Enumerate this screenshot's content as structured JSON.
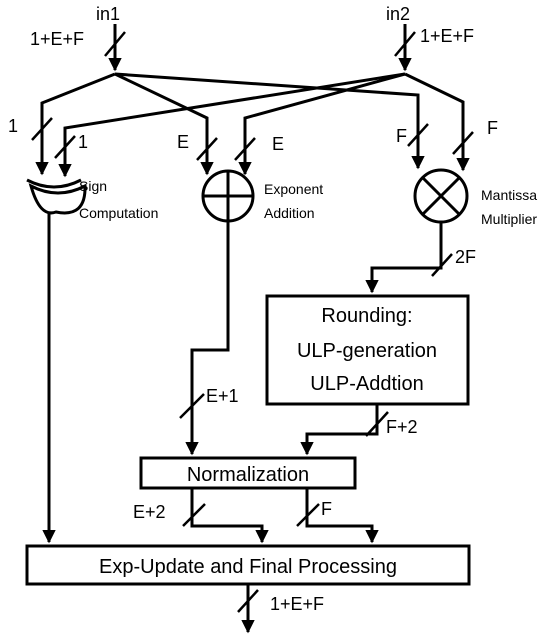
{
  "inputs": {
    "in1": "in1",
    "in2": "in2",
    "width": "1+E+F"
  },
  "branch_widths": {
    "sign": "1",
    "exp": "E",
    "mant": "F"
  },
  "units": {
    "sign": [
      "Sign",
      "Computation"
    ],
    "exponent": [
      "Exponent",
      "Addition"
    ],
    "mantissa": [
      "Mantissa",
      "Multiplier"
    ]
  },
  "wires": {
    "mult_out": "2F",
    "exp_out": "E+1",
    "round_out": "F+2",
    "norm_exp": "E+2",
    "norm_mant": "F",
    "final_out": "1+E+F"
  },
  "blocks": {
    "rounding": [
      "Rounding:",
      "ULP-generation",
      "ULP-Addtion"
    ],
    "normalization": "Normalization",
    "final": "Exp-Update and Final Processing"
  }
}
